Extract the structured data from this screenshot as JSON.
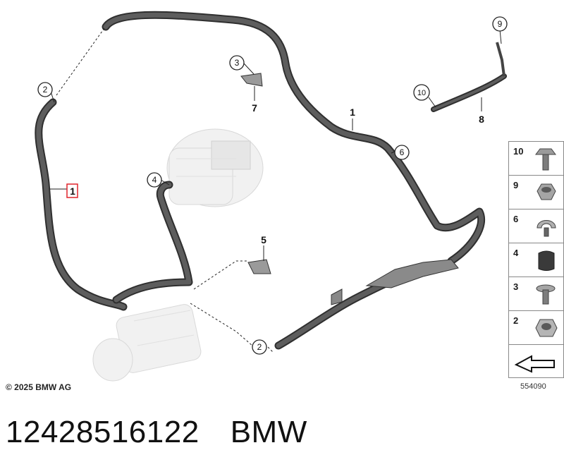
{
  "callouts": {
    "c2_top": "2",
    "c3": "3",
    "c4": "4",
    "c2_bottom": "2",
    "c6": "6",
    "c9": "9",
    "c10": "10"
  },
  "labels": {
    "l1_left": "1",
    "l1_right": "1",
    "l5": "5",
    "l7": "7",
    "l8": "8"
  },
  "parts_panel": [
    {
      "num": "10",
      "icon": "bolt-icon"
    },
    {
      "num": "9",
      "icon": "nut-icon"
    },
    {
      "num": "6",
      "icon": "clip-icon"
    },
    {
      "num": "4",
      "icon": "cap-icon"
    },
    {
      "num": "3",
      "icon": "screw-icon"
    },
    {
      "num": "2",
      "icon": "hex-nut-icon"
    },
    {
      "num": "",
      "icon": "bracket-outline-icon"
    }
  ],
  "copyright": "© 2025 BMW AG",
  "diagram_id": "554090",
  "footer": {
    "part_number": "12428516122",
    "brand": "BMW"
  },
  "colors": {
    "hose": "#2f2f2f",
    "highlight": "#e0242b"
  }
}
